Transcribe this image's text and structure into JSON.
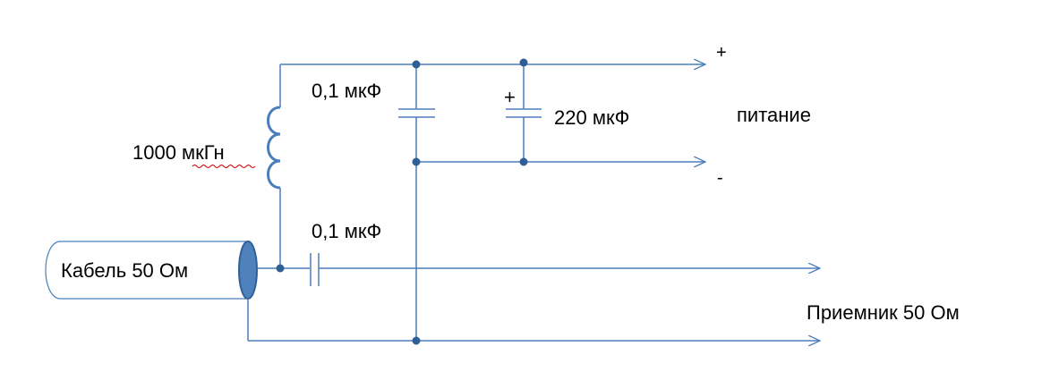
{
  "labels": {
    "cable": "Кабель 50 Ом",
    "inductor": "1000 мкГн",
    "cap_top": "0,1 мкФ",
    "cap_electrolytic": "220 мкФ",
    "cap_electrolytic_plus": "+",
    "cap_coupling": "0,1 мкФ",
    "power": "питание",
    "power_plus": "+",
    "power_minus": "-",
    "receiver": "Приемник 50 Ом"
  },
  "colors": {
    "wire": "#4a7ebb",
    "node": "#2f5f96",
    "cable_end": "#4f81bd",
    "spellcheck_underline": "#d00000"
  }
}
